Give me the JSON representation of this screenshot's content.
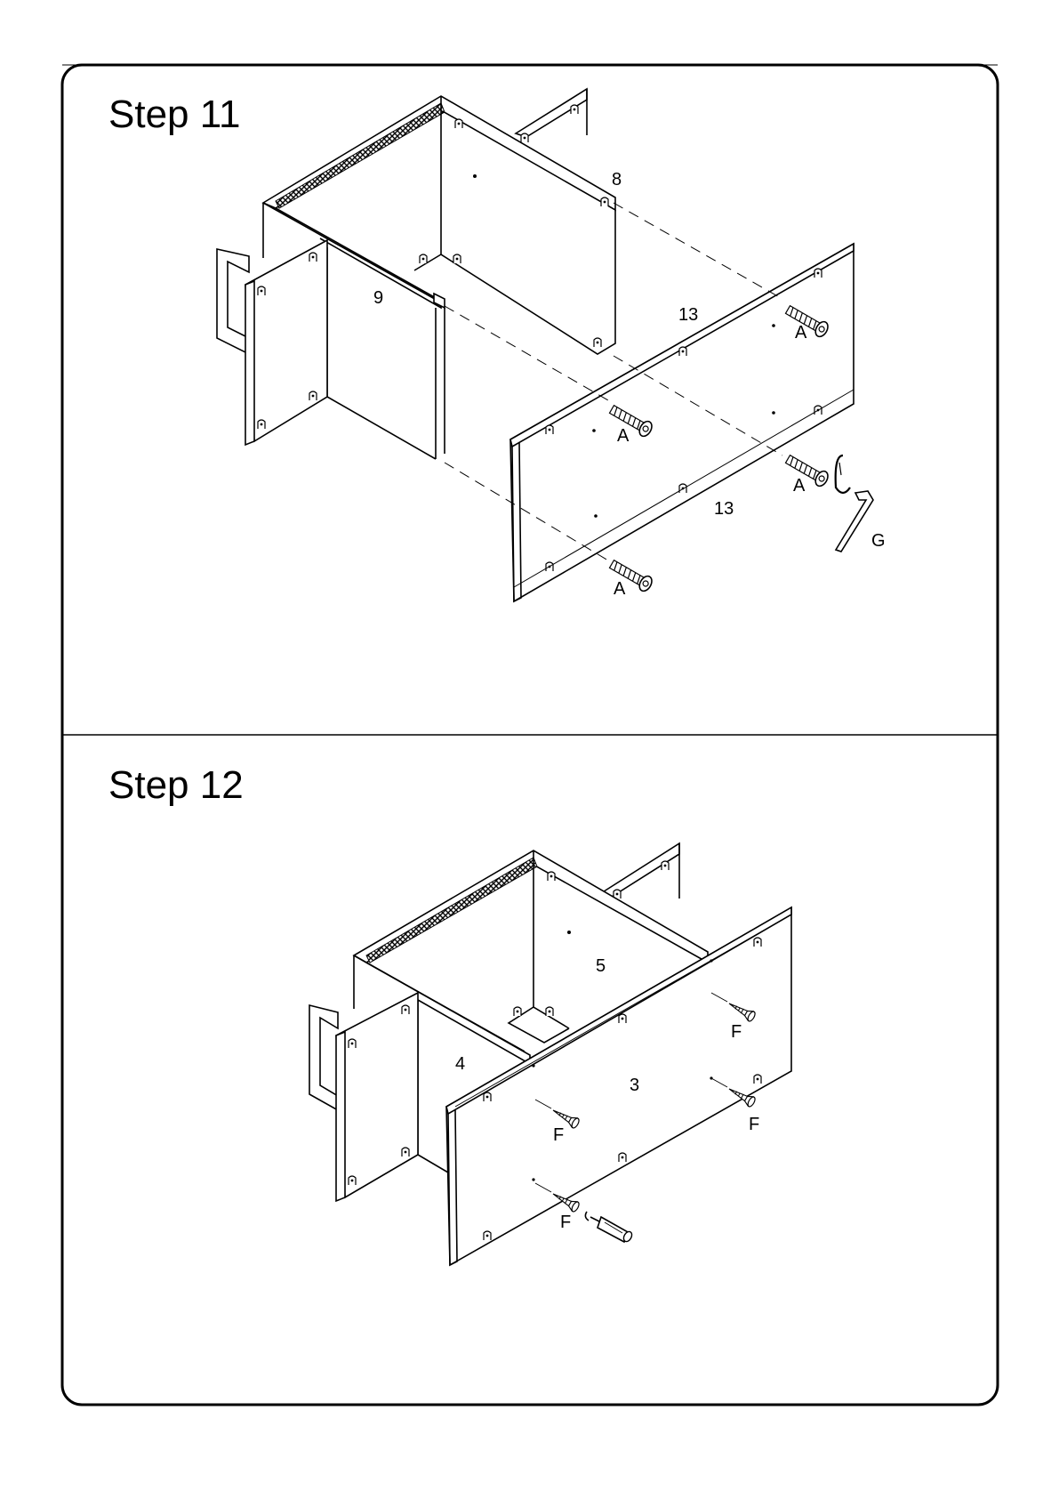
{
  "steps": [
    {
      "title": "Step 11",
      "labels": {
        "part_8": "8",
        "part_9": "9",
        "part_13_upper": "13",
        "part_13_lower": "13",
        "screw_a1": "A",
        "screw_a2": "A",
        "screw_a3": "A",
        "screw_a4": "A",
        "tool_g": "G"
      }
    },
    {
      "title": "Step 12",
      "labels": {
        "part_5": "5",
        "part_4": "4",
        "part_3": "3",
        "screw_f1": "F",
        "screw_f2": "F",
        "screw_f3": "F",
        "screw_f4": "F"
      }
    }
  ],
  "icons": [
    "hex-key-icon",
    "cam-lock-icon",
    "screwdriver-icon",
    "bolt-icon",
    "screw-icon"
  ]
}
